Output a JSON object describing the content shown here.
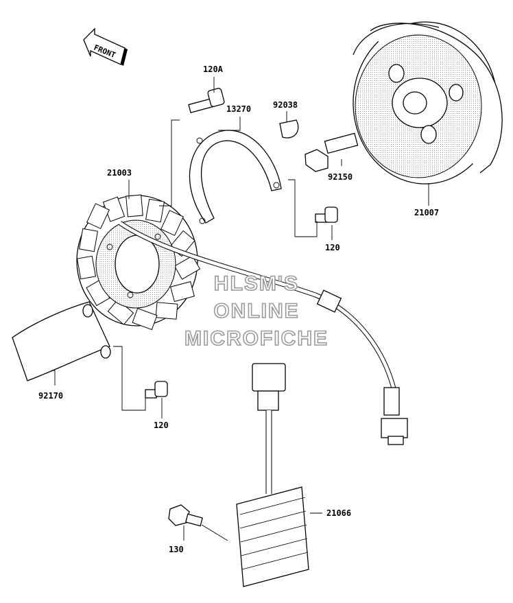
{
  "diagram": {
    "front_arrow_label": "FRONT",
    "watermark": [
      "HLSM'S",
      "ONLINE",
      "MICROFICHE"
    ],
    "callouts": {
      "bolt_120A": "120A",
      "plate_13270": "13270",
      "key_92038": "92038",
      "stator_21003": "21003",
      "bolt_92150": "92150",
      "rotor_21007": "21007",
      "screw_120_right": "120",
      "cover_92170": "92170",
      "screw_120_left": "120",
      "regulator_21066": "21066",
      "bolt_130": "130"
    }
  }
}
